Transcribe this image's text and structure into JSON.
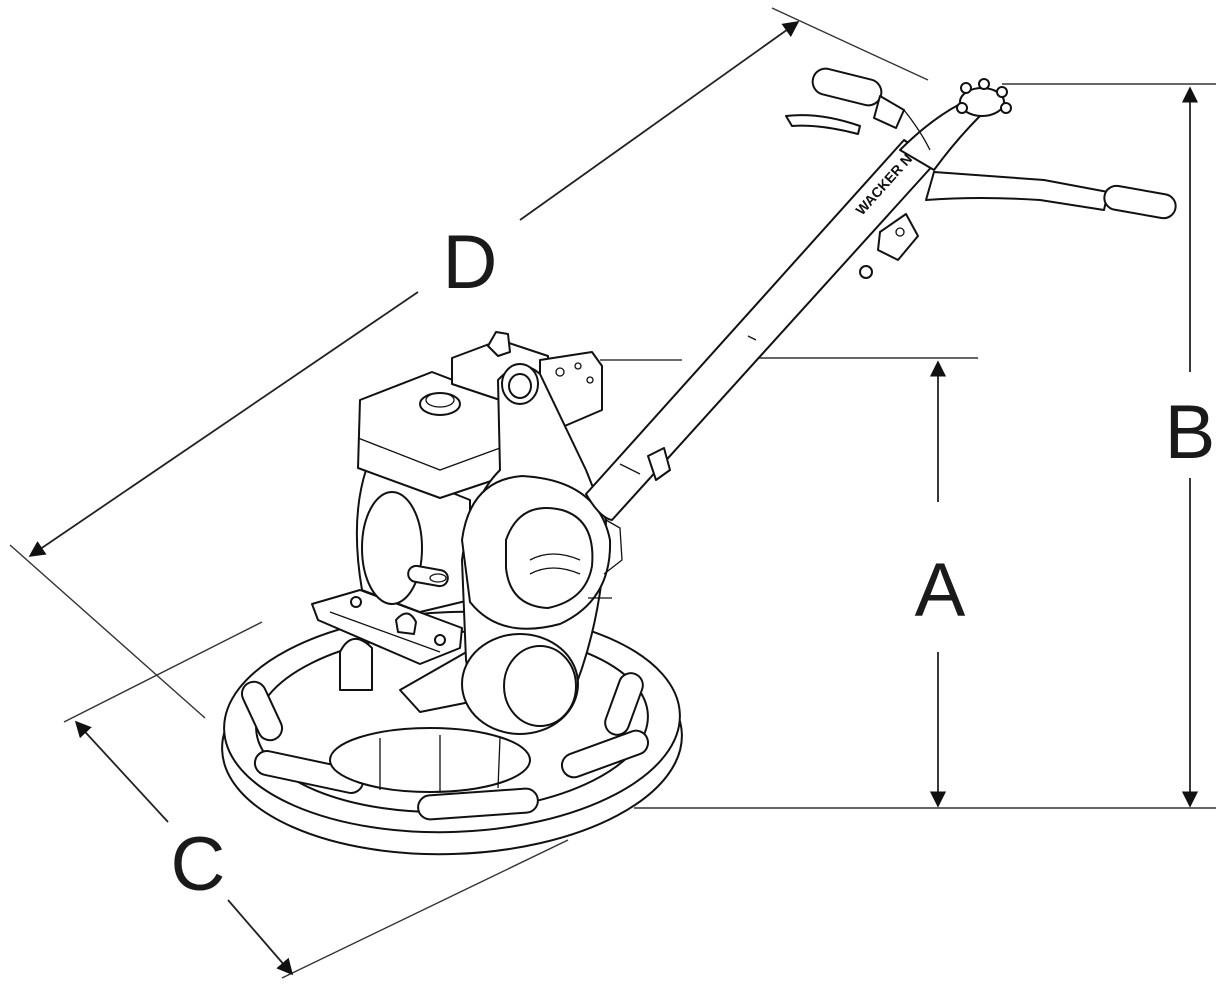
{
  "dimensions": {
    "A": "A",
    "B": "B",
    "C": "C",
    "D": "D"
  },
  "handle_decal": "WACKER NEUSON",
  "colors": {
    "ink": "#111111",
    "background": "#ffffff"
  }
}
